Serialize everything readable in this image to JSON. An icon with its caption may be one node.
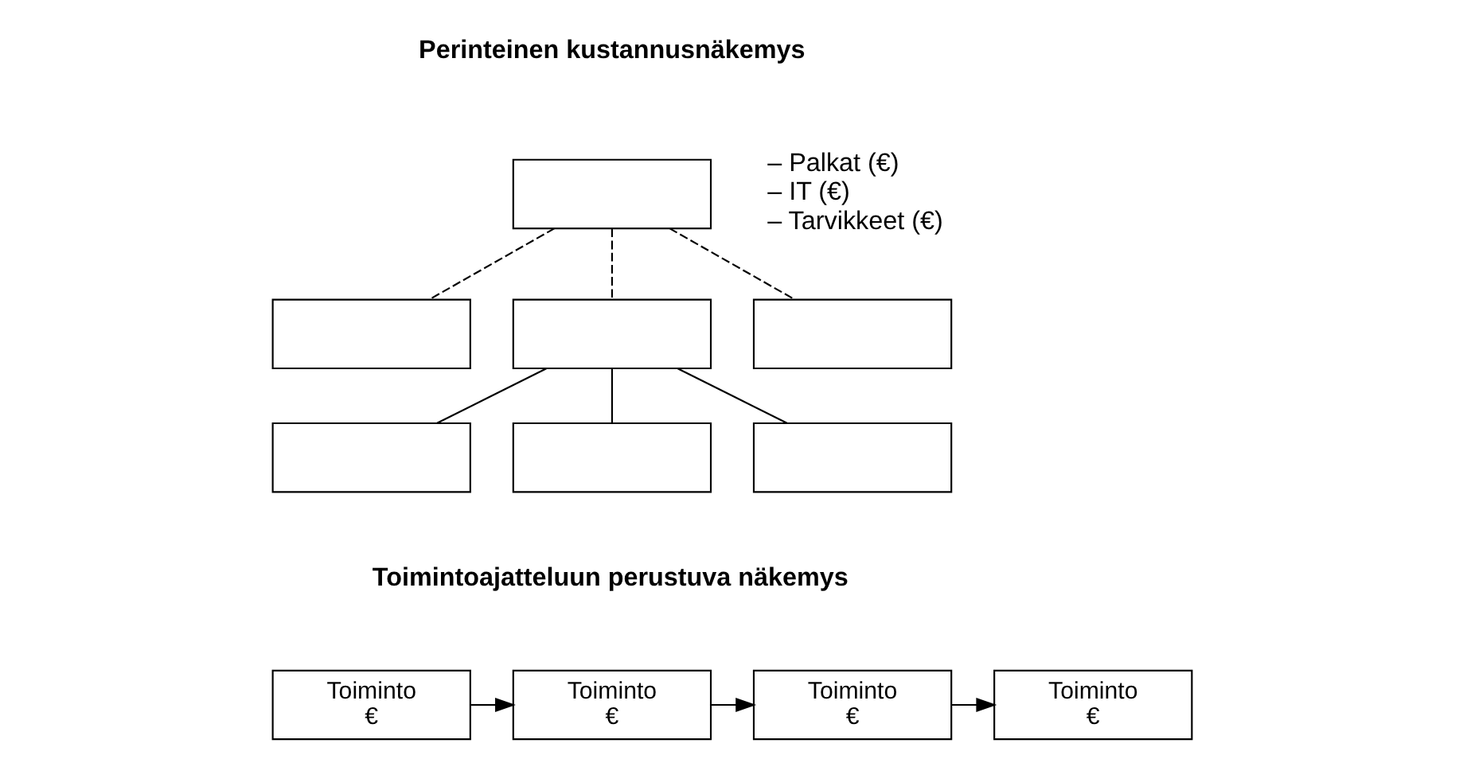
{
  "diagram": {
    "nodes": [
      {
        "text": [],
        "shape": "box"
      },
      {
        "text": [],
        "shape": "box"
      },
      {
        "text": [],
        "shape": "box"
      },
      {
        "text": [],
        "shape": "box"
      },
      {
        "text": [],
        "shape": "box"
      },
      {
        "text": [],
        "shape": "box"
      },
      {
        "text": [],
        "shape": "box"
      },
      {
        "text": [
          "Toiminto",
          "€"
        ]
      },
      {
        "text": [
          "Toiminto",
          "€"
        ]
      },
      {
        "text": [
          "Toiminto",
          "€"
        ]
      },
      {
        "text": [
          "Toiminto",
          "€"
        ]
      }
    ],
    "edges": [
      {
        "from": 0,
        "to": 1,
        "arrow": "none",
        "style": "dashed"
      },
      {
        "from": 0,
        "to": 2,
        "arrow": "none",
        "style": "dashed"
      },
      {
        "from": 0,
        "to": 3,
        "arrow": "none",
        "style": "dashed"
      },
      {
        "from": 2,
        "to": 4,
        "arrow": "none"
      },
      {
        "from": 2,
        "to": 5,
        "arrow": "none"
      },
      {
        "from": 2,
        "to": 6,
        "arrow": "none"
      },
      {
        "from": 7,
        "to": 8,
        "arrow": "to"
      },
      {
        "from": 8,
        "to": 9,
        "arrow": "to"
      },
      {
        "from": 9,
        "to": 10,
        "arrow": "to"
      }
    ],
    "labels": [
      "Perinteinen kustannusnäkemys",
      "– Palkat (€)",
      "– IT (€)",
      "– Tarvikkeet (€)",
      "Toimintoajatteluun perustuva näkemys"
    ]
  }
}
